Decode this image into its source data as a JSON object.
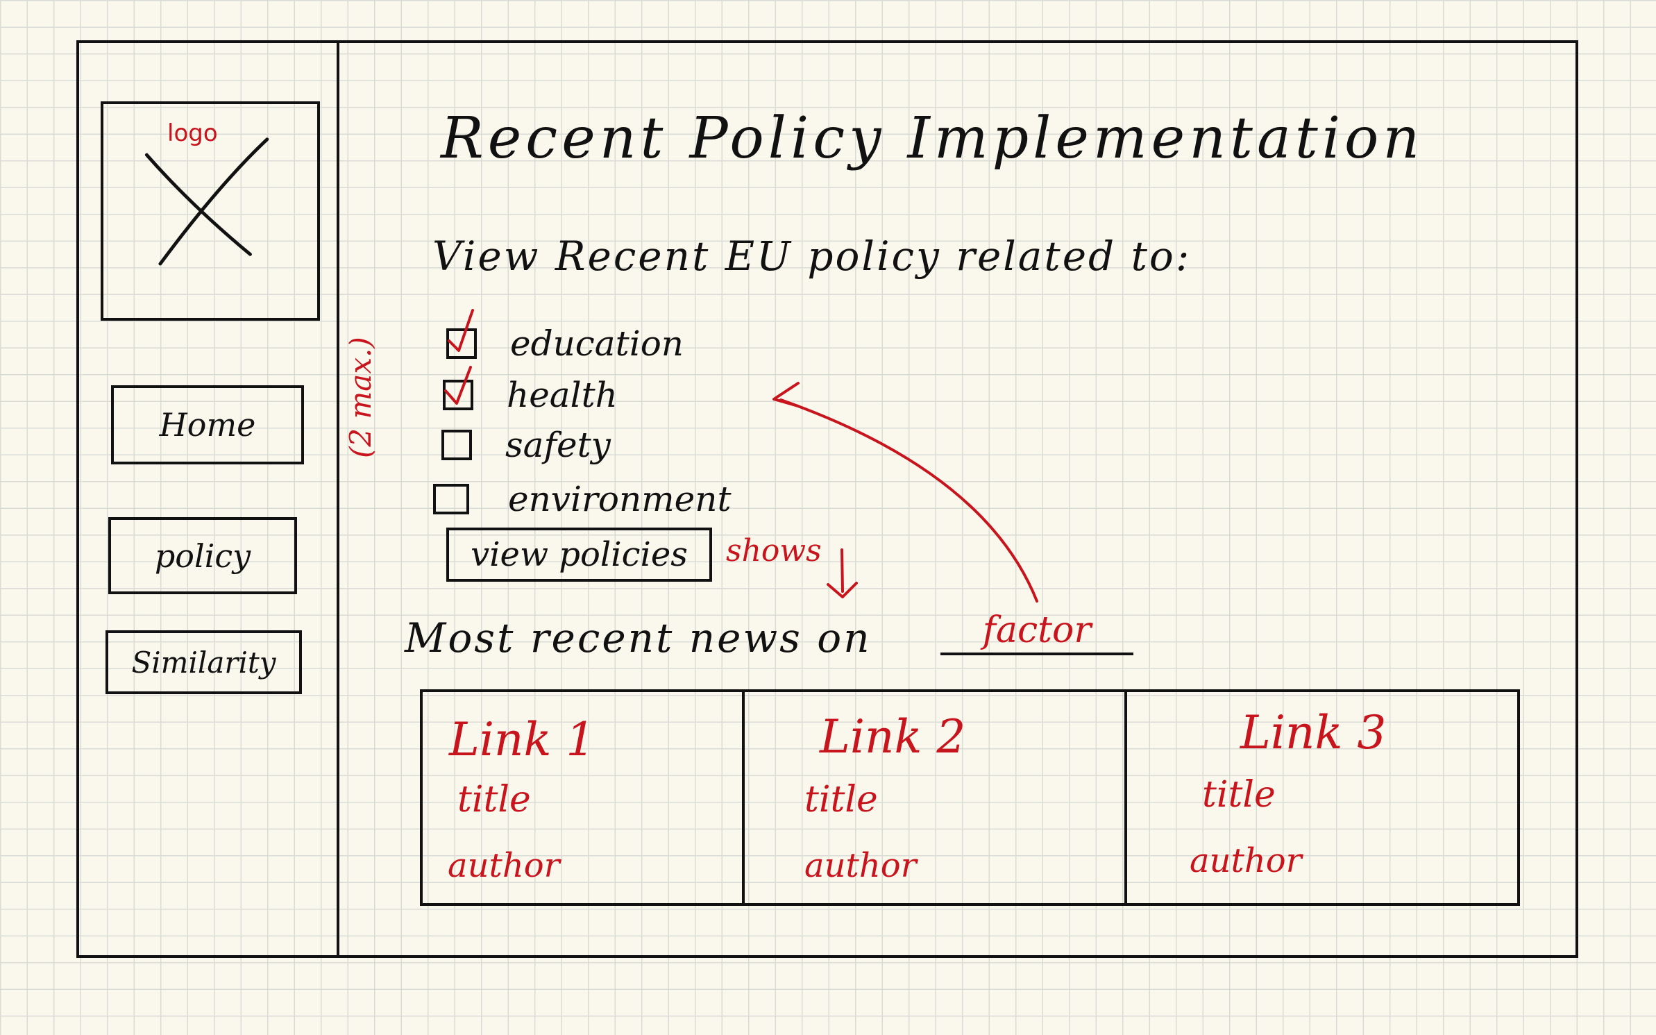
{
  "sidebar": {
    "logo_label": "logo",
    "nav": [
      {
        "label": "Home"
      },
      {
        "label": "policy"
      },
      {
        "label": "Similarity"
      }
    ]
  },
  "main": {
    "title": "Recent Policy Implementation",
    "subtitle": "View Recent EU policy related to:",
    "checkboxes": [
      {
        "label": "education",
        "checked": true
      },
      {
        "label": "health",
        "checked": true
      },
      {
        "label": "safety",
        "checked": false
      },
      {
        "label": "environment",
        "checked": false
      }
    ],
    "max_note": "(2 max.)",
    "view_button": "view policies",
    "shows_note": "shows",
    "news_heading": "Most recent news on",
    "factor_value": "factor",
    "news": [
      {
        "link": "Link 1",
        "title": "title",
        "author": "author"
      },
      {
        "link": "Link 2",
        "title": "title",
        "author": "author"
      },
      {
        "link": "Link 3",
        "title": "title",
        "author": "author"
      }
    ]
  },
  "colors": {
    "ink": "#111111",
    "annotation_red": "#c8141c",
    "paper": "#faf8ec",
    "grid": "#d9dbd6"
  }
}
